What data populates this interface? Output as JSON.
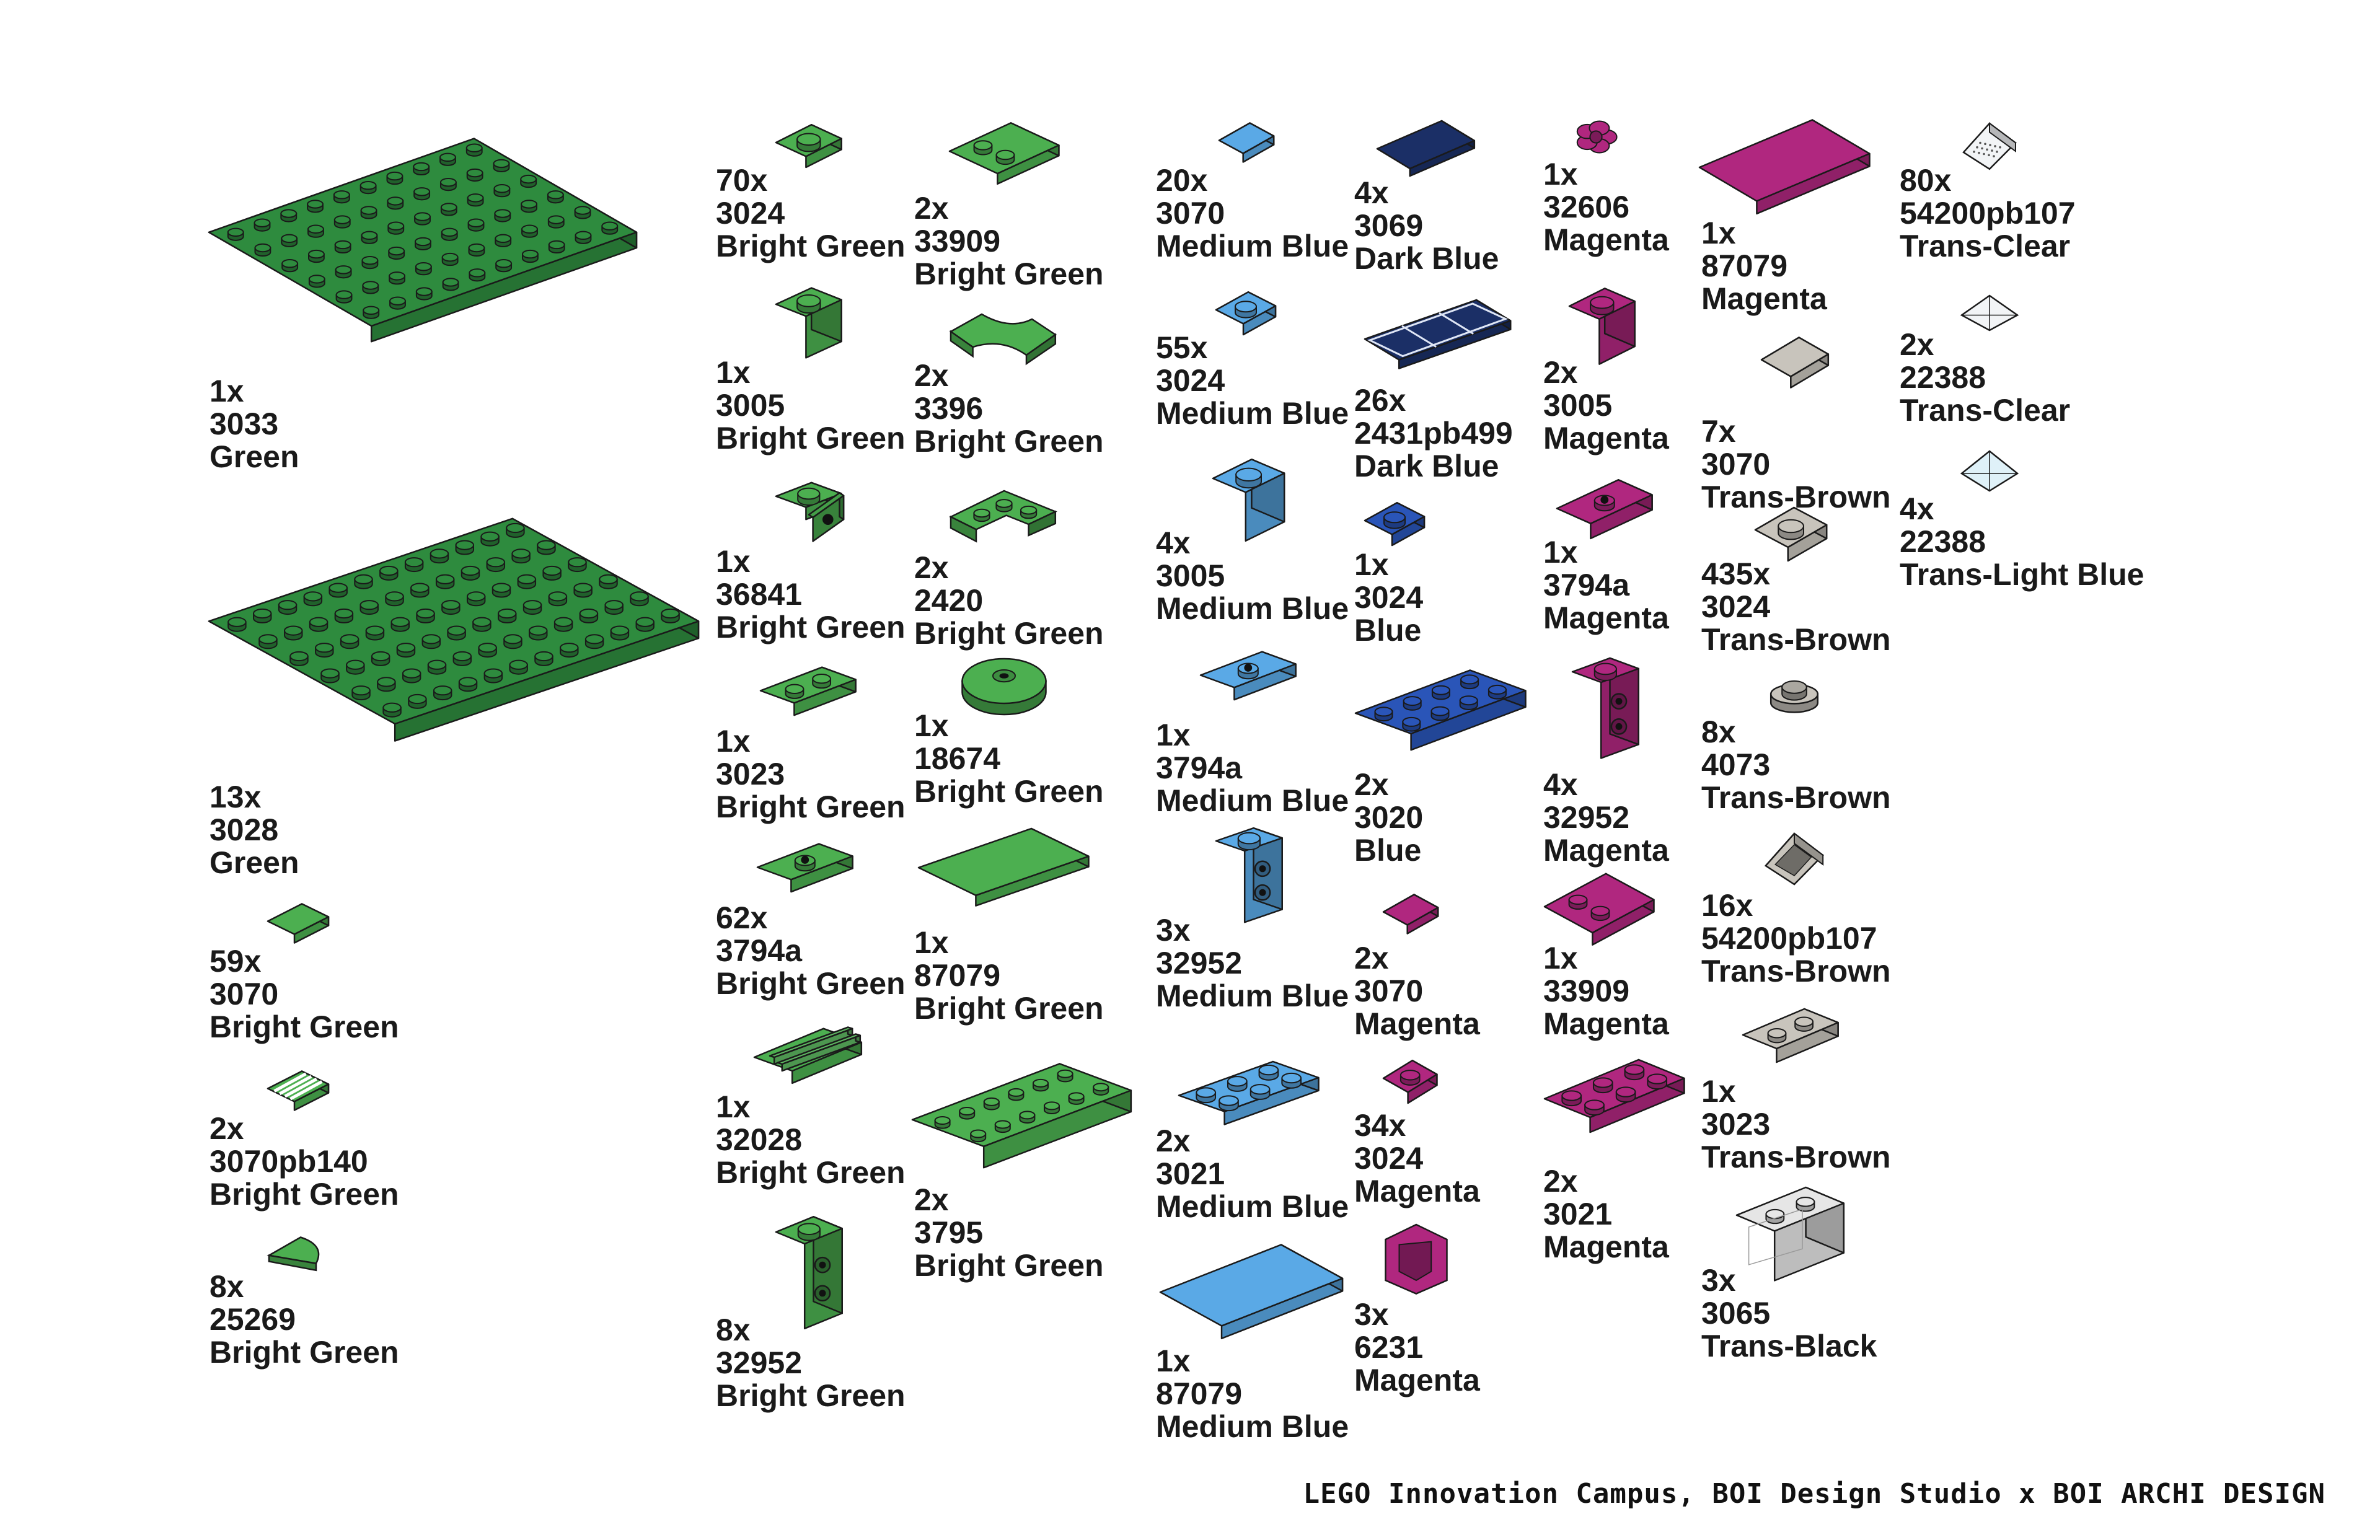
{
  "colors": {
    "green": "#2b8a3e",
    "bright_green": "#4caf50",
    "medium_blue": "#5aa9e6",
    "dark_blue": "#1b2f66",
    "blue": "#2a55b8",
    "magenta": "#b0277f",
    "trans_brown": "#c8c4bc",
    "trans_clear": "#f2f4f6",
    "trans_light_blue": "#dff1f8",
    "trans_black": "#e6e6e6",
    "outline": "#1a1a1a",
    "text": "#1a1a1a",
    "background": "#ffffff"
  },
  "parts": [
    {
      "id": "p1",
      "qty": "1x",
      "num": "3033",
      "color": "Green",
      "icon": "plate-6x10-icon",
      "fill": "#2e8b3e"
    },
    {
      "id": "p2",
      "qty": "13x",
      "num": "3028",
      "color": "Green",
      "icon": "plate-6x12-icon",
      "fill": "#2e8b3e"
    },
    {
      "id": "p3",
      "qty": "59x",
      "num": "3070",
      "color": "Bright Green",
      "icon": "tile-1x1-icon",
      "fill": "#4caf50"
    },
    {
      "id": "p4",
      "qty": "2x",
      "num": "3070pb140",
      "color": "Bright Green",
      "icon": "tile-1x1-printed-icon",
      "fill": "#4caf50"
    },
    {
      "id": "p5",
      "qty": "8x",
      "num": "25269",
      "color": "Bright Green",
      "icon": "tile-quarter-round-icon",
      "fill": "#4caf50"
    },
    {
      "id": "p6",
      "qty": "70x",
      "num": "3024",
      "color": "Bright Green",
      "icon": "plate-1x1-icon",
      "fill": "#4caf50"
    },
    {
      "id": "p7",
      "qty": "1x",
      "num": "3005",
      "color": "Bright Green",
      "icon": "brick-1x1-icon",
      "fill": "#4caf50"
    },
    {
      "id": "p8",
      "qty": "1x",
      "num": "36841",
      "color": "Bright Green",
      "icon": "bracket-icon",
      "fill": "#4caf50"
    },
    {
      "id": "p9",
      "qty": "1x",
      "num": "3023",
      "color": "Bright Green",
      "icon": "plate-1x2-icon",
      "fill": "#4caf50"
    },
    {
      "id": "p10",
      "qty": "62x",
      "num": "3794a",
      "color": "Bright Green",
      "icon": "jumper-plate-icon",
      "fill": "#4caf50"
    },
    {
      "id": "p11",
      "qty": "1x",
      "num": "32028",
      "color": "Bright Green",
      "icon": "door-rail-plate-icon",
      "fill": "#4caf50"
    },
    {
      "id": "p12",
      "qty": "8x",
      "num": "32952",
      "color": "Bright Green",
      "icon": "brick-studs-side-icon",
      "fill": "#4caf50"
    },
    {
      "id": "p13",
      "qty": "2x",
      "num": "33909",
      "color": "Bright Green",
      "icon": "tile-2x2-studs-corner-icon",
      "fill": "#4caf50"
    },
    {
      "id": "p14",
      "qty": "2x",
      "num": "3396",
      "color": "Bright Green",
      "icon": "tile-curved-icon",
      "fill": "#4caf50"
    },
    {
      "id": "p15",
      "qty": "2x",
      "num": "2420",
      "color": "Bright Green",
      "icon": "plate-corner-icon",
      "fill": "#4caf50"
    },
    {
      "id": "p16",
      "qty": "1x",
      "num": "18674",
      "color": "Bright Green",
      "icon": "round-tile-icon",
      "fill": "#4caf50"
    },
    {
      "id": "p17",
      "qty": "1x",
      "num": "87079",
      "color": "Bright Green",
      "icon": "tile-2x4-icon",
      "fill": "#4caf50"
    },
    {
      "id": "p18",
      "qty": "2x",
      "num": "3795",
      "color": "Bright Green",
      "icon": "plate-2x6-icon",
      "fill": "#4caf50"
    },
    {
      "id": "p19",
      "qty": "20x",
      "num": "3070",
      "color": "Medium Blue",
      "icon": "tile-1x1-icon",
      "fill": "#5aa9e6"
    },
    {
      "id": "p20",
      "qty": "55x",
      "num": "3024",
      "color": "Medium Blue",
      "icon": "plate-1x1-icon",
      "fill": "#5aa9e6"
    },
    {
      "id": "p21",
      "qty": "4x",
      "num": "3005",
      "color": "Medium Blue",
      "icon": "brick-1x1-icon",
      "fill": "#5aa9e6"
    },
    {
      "id": "p22",
      "qty": "1x",
      "num": "3794a",
      "color": "Medium Blue",
      "icon": "jumper-plate-icon",
      "fill": "#5aa9e6"
    },
    {
      "id": "p23",
      "qty": "3x",
      "num": "32952",
      "color": "Medium Blue",
      "icon": "brick-studs-side-icon",
      "fill": "#5aa9e6"
    },
    {
      "id": "p24",
      "qty": "2x",
      "num": "3021",
      "color": "Medium Blue",
      "icon": "plate-2x3-icon",
      "fill": "#5aa9e6"
    },
    {
      "id": "p25",
      "qty": "1x",
      "num": "87079",
      "color": "Medium Blue",
      "icon": "tile-2x4-icon",
      "fill": "#5aa9e6"
    },
    {
      "id": "p26",
      "qty": "4x",
      "num": "3069",
      "color": "Dark Blue",
      "icon": "tile-1x2-icon",
      "fill": "#1b2f66"
    },
    {
      "id": "p27",
      "qty": "26x",
      "num": "2431pb499",
      "color": "Dark Blue",
      "icon": "tile-1x4-printed-icon",
      "fill": "#1b2f66"
    },
    {
      "id": "p28",
      "qty": "1x",
      "num": "3024",
      "color": "Blue",
      "icon": "plate-1x1-icon",
      "fill": "#2a55b8"
    },
    {
      "id": "p29",
      "qty": "2x",
      "num": "3020",
      "color": "Blue",
      "icon": "plate-2x4-icon",
      "fill": "#2a55b8"
    },
    {
      "id": "p30",
      "qty": "2x",
      "num": "3070",
      "color": "Magenta",
      "icon": "tile-1x1-icon",
      "fill": "#b0277f"
    },
    {
      "id": "p31",
      "qty": "34x",
      "num": "3024",
      "color": "Magenta",
      "icon": "plate-1x1-icon",
      "fill": "#b0277f"
    },
    {
      "id": "p32",
      "qty": "3x",
      "num": "6231",
      "color": "Magenta",
      "icon": "panel-corner-icon",
      "fill": "#b0277f"
    },
    {
      "id": "p33",
      "qty": "1x",
      "num": "32606",
      "color": "Magenta",
      "icon": "flower-icon",
      "fill": "#b0277f"
    },
    {
      "id": "p34",
      "qty": "2x",
      "num": "3005",
      "color": "Magenta",
      "icon": "brick-1x1-icon",
      "fill": "#b0277f"
    },
    {
      "id": "p35",
      "qty": "1x",
      "num": "3794a",
      "color": "Magenta",
      "icon": "jumper-plate-icon",
      "fill": "#b0277f"
    },
    {
      "id": "p36",
      "qty": "4x",
      "num": "32952",
      "color": "Magenta",
      "icon": "brick-studs-side-icon",
      "fill": "#b0277f"
    },
    {
      "id": "p37",
      "qty": "1x",
      "num": "33909",
      "color": "Magenta",
      "icon": "tile-2x2-studs-corner-icon",
      "fill": "#b0277f"
    },
    {
      "id": "p38",
      "qty": "2x",
      "num": "3021",
      "color": "Magenta",
      "icon": "plate-2x3-icon",
      "fill": "#b0277f"
    },
    {
      "id": "p39",
      "qty": "1x",
      "num": "87079",
      "color": "Magenta",
      "icon": "tile-2x4-icon",
      "fill": "#b0277f"
    },
    {
      "id": "p40",
      "qty": "7x",
      "num": "3070",
      "color": "Trans-Brown",
      "icon": "tile-1x1-icon",
      "fill": "#c8c4bc"
    },
    {
      "id": "p41",
      "qty": "435x",
      "num": "3024",
      "color": "Trans-Brown",
      "icon": "plate-1x1-icon",
      "fill": "#c8c4bc"
    },
    {
      "id": "p42",
      "qty": "8x",
      "num": "4073",
      "color": "Trans-Brown",
      "icon": "round-plate-1x1-icon",
      "fill": "#c8c4bc"
    },
    {
      "id": "p43",
      "qty": "16x",
      "num": "54200pb107",
      "color": "Trans-Brown",
      "icon": "slope-cheese-icon",
      "fill": "#c8c4bc"
    },
    {
      "id": "p44",
      "qty": "1x",
      "num": "3023",
      "color": "Trans-Brown",
      "icon": "plate-1x2-icon",
      "fill": "#c8c4bc"
    },
    {
      "id": "p45",
      "qty": "3x",
      "num": "3065",
      "color": "Trans-Black",
      "icon": "brick-1x2-no-tube-icon",
      "fill": "#e6e6e6"
    },
    {
      "id": "p46",
      "qty": "80x",
      "num": "54200pb107",
      "color": "Trans-Clear",
      "icon": "slope-cheese-printed-icon",
      "fill": "#f2f4f6"
    },
    {
      "id": "p47",
      "qty": "2x",
      "num": "22388",
      "color": "Trans-Clear",
      "icon": "slope-pyramid-icon",
      "fill": "#f2f4f6"
    },
    {
      "id": "p48",
      "qty": "4x",
      "num": "22388",
      "color": "Trans-Light Blue",
      "icon": "slope-pyramid-icon",
      "fill": "#dff1f8"
    }
  ],
  "footer": {
    "credit": "LEGO Innovation Campus, BOI Design Studio x BOI ARCHI DESIGN"
  }
}
